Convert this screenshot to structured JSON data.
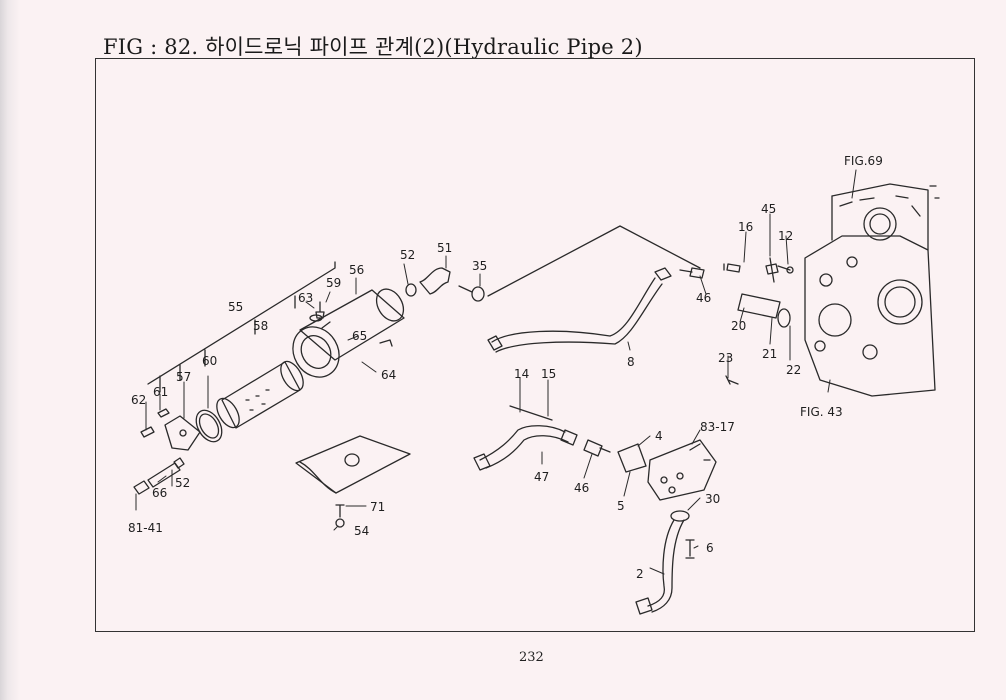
{
  "title": "FIG : 82. 하이드로닉 파이프 관계(2)(Hydraulic Pipe 2)",
  "page_number": "232",
  "callouts": {
    "c55": "55",
    "c56": "56",
    "c58": "58",
    "c59": "59",
    "c63": "63",
    "c65": "65",
    "c64": "64",
    "c57": "57",
    "c60": "60",
    "c61": "61",
    "c62": "62",
    "c66": "66",
    "c52a": "52",
    "c52b": "52",
    "c51": "51",
    "c35": "35",
    "c71": "71",
    "c54": "54",
    "c8141": "81-41",
    "c8": "8",
    "c14": "14",
    "c15": "15",
    "c47": "47",
    "c46a": "46",
    "c4": "4",
    "c5": "5",
    "c8317": "83-17",
    "c30": "30",
    "c6": "6",
    "c2": "2",
    "c45": "45",
    "c16": "16",
    "c12": "12",
    "c46b": "46",
    "c20": "20",
    "c21": "21",
    "c22": "22",
    "c23": "23",
    "fig69": "FIG.69",
    "fig43": "FIG. 43"
  }
}
